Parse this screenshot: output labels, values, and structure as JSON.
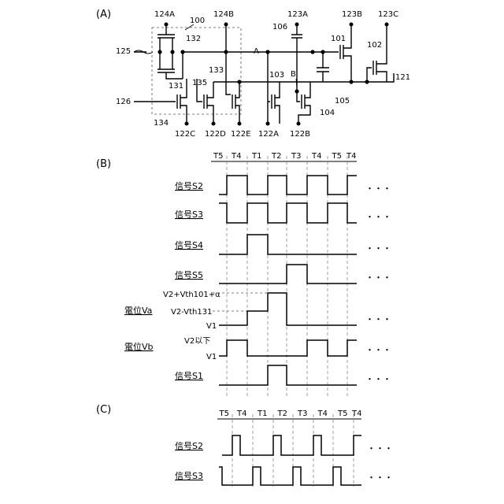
{
  "panel_labels": {
    "a": "(A)",
    "b": "(B)",
    "c": "(C)"
  },
  "circuit": {
    "block_label": "100",
    "node_a": "A",
    "node_b": "B",
    "terminals": {
      "t124A": "124A",
      "t124B": "124B",
      "t123A": "123A",
      "t123B": "123B",
      "t123C": "123C",
      "t125": "125",
      "t126": "126",
      "t121": "121",
      "t122C": "122C",
      "t122D": "122D",
      "t122E": "122E",
      "t122A": "122A",
      "t122B": "122B"
    },
    "elements": {
      "e132": "132",
      "e131": "131",
      "e133": "133",
      "e134": "134",
      "e135": "135",
      "e106": "106",
      "e101": "101",
      "e102": "102",
      "e103": "103",
      "e104": "104",
      "e105": "105"
    }
  },
  "timing_b": {
    "phases": [
      "T5",
      "T4",
      "T1",
      "T2",
      "T3",
      "T4",
      "T5",
      "T4"
    ],
    "signals": {
      "s2": "信号S2",
      "s3": "信号S3",
      "s4": "信号S4",
      "s5": "信号S5",
      "va": "電位Va",
      "vb": "電位Vb",
      "s1": "信号S1"
    },
    "levels": {
      "va_high": "V2+Vth101+α",
      "va_mid": "V2-Vth131",
      "va_low": "V1",
      "vb_high": "V2以下",
      "vb_low": "V1"
    },
    "ellipsis": "・・・"
  },
  "timing_c": {
    "phases": [
      "T5",
      "T4",
      "T1",
      "T2",
      "T3",
      "T4",
      "T5",
      "T4"
    ],
    "signals": {
      "s2": "信号S2",
      "s3": "信号S3"
    },
    "ellipsis": "・・・"
  }
}
